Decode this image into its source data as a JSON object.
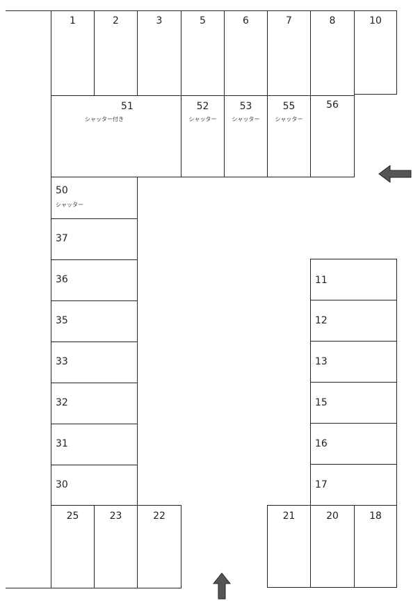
{
  "top_row": [
    "1",
    "2",
    "3",
    "5",
    "6",
    "7",
    "8",
    "10"
  ],
  "second_row": [
    {
      "number": "51",
      "note": "シャッター付き"
    },
    {
      "number": "52",
      "note": "シャッター"
    },
    {
      "number": "53",
      "note": "シャッター"
    },
    {
      "number": "55",
      "note": "シャッター"
    },
    {
      "number": "56",
      "note": ""
    }
  ],
  "left_column": [
    {
      "number": "50",
      "note": "シャッター"
    },
    {
      "number": "37",
      "note": ""
    },
    {
      "number": "36",
      "note": ""
    },
    {
      "number": "35",
      "note": ""
    },
    {
      "number": "33",
      "note": ""
    },
    {
      "number": "32",
      "note": ""
    },
    {
      "number": "31",
      "note": ""
    },
    {
      "number": "30",
      "note": ""
    }
  ],
  "right_column": [
    "11",
    "12",
    "13",
    "15",
    "16",
    "17"
  ],
  "bottom_left": [
    "25",
    "23",
    "22"
  ],
  "bottom_right": [
    "21",
    "20",
    "18"
  ],
  "arrows": {
    "right_entry": "left-arrow-icon",
    "bottom_entry": "up-arrow-icon"
  },
  "colors": {
    "lines": "#222222",
    "arrow": "#555555"
  }
}
